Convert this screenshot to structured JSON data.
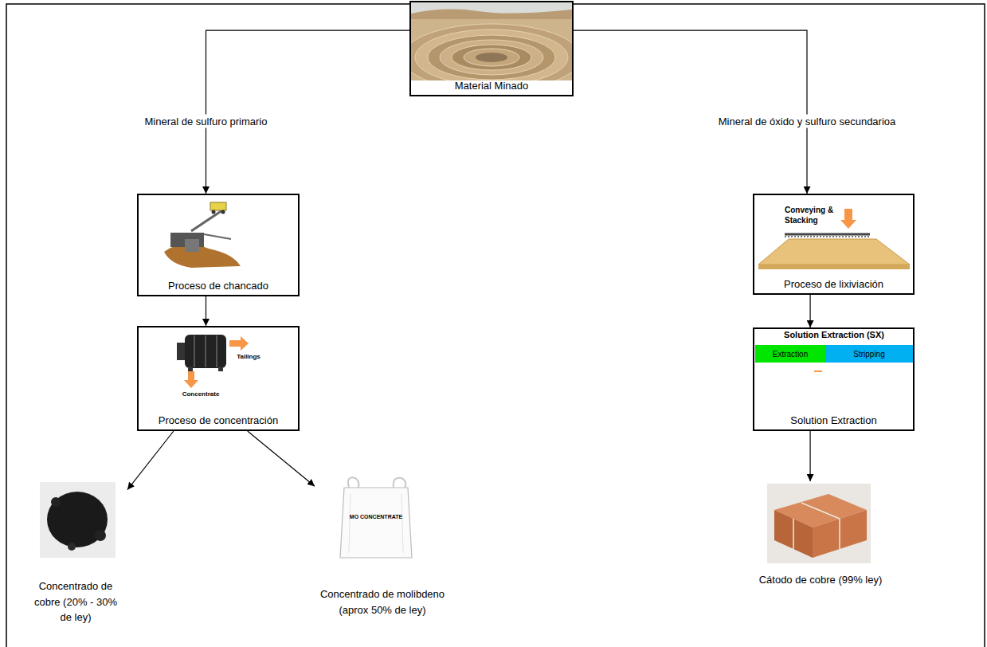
{
  "diagram": {
    "nodes": [
      {
        "text": [
          "Material Minado"
        ]
      },
      {
        "text": [
          "Proceso de chancado"
        ]
      },
      {
        "text": [
          "Proceso de lixiviación"
        ]
      },
      {
        "text": [
          "Proceso de concentración"
        ]
      },
      {
        "text": [
          "Solution Extraction"
        ]
      },
      {
        "text": [
          "Concentrado de cobre (20% - 30% de ley)"
        ]
      },
      {
        "text": [
          "Concentrado de molibdeno (aprox 50% de ley)"
        ]
      },
      {
        "text": [
          "Cátodo de cobre (99% ley)"
        ]
      }
    ],
    "edges": [
      {
        "from": 0,
        "to": 1,
        "label": "Mineral de sulfuro primario",
        "arrow": "to"
      },
      {
        "from": 0,
        "to": 2,
        "label": "Mineral de óxido y sulfuro secundarioa",
        "arrow": "to"
      },
      {
        "from": 1,
        "to": 3,
        "arrow": "to"
      },
      {
        "from": 2,
        "to": 4,
        "arrow": "to"
      },
      {
        "from": 3,
        "to": 5,
        "arrow": "to"
      },
      {
        "from": 3,
        "to": 6,
        "arrow": "to"
      },
      {
        "from": 4,
        "to": 7,
        "arrow": "to"
      }
    ],
    "labels": [
      "Tailings",
      "Concentrate",
      "Conveying & Stacking",
      "Solution Extraction (SX)",
      "Extraction",
      "Stripping",
      "MO CONCENTRATE"
    ]
  }
}
